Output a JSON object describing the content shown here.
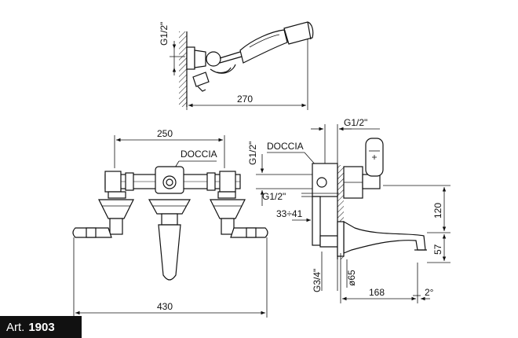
{
  "dimensions": {
    "shower_thread": "G1/2\"",
    "shower_length": "270",
    "front_spacing": "250",
    "front_doccia": "DOCCIA",
    "front_width": "430",
    "side_top_thread": "G1/2\"",
    "side_vertical_thread": "G1/2\"",
    "side_doccia": "DOCCIA",
    "side_inlet_thread": "G1/2\"",
    "side_range": "33÷41",
    "side_height_120": "120",
    "side_height_57": "57",
    "side_thread_g34": "G3/4\"",
    "side_diameter": "ø65",
    "side_length": "168",
    "side_angle": "2°"
  },
  "label": {
    "prefix": "Art.",
    "number": "1903"
  },
  "colors": {
    "line": "#111111",
    "fill": "#ffffff",
    "badge_bg": "#111111",
    "badge_text": "#ffffff"
  }
}
